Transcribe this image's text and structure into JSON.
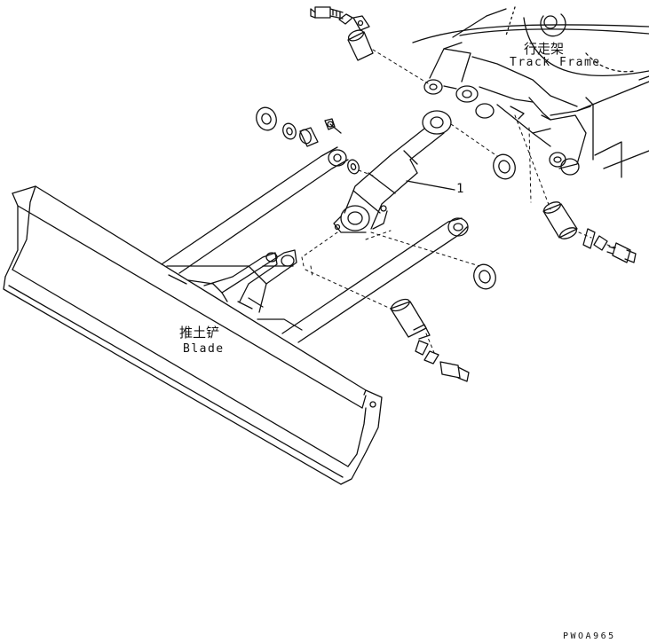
{
  "labels": {
    "track_frame_cn": "行走架",
    "track_frame_en": "Track Frame",
    "blade_cn": "推土铲",
    "blade_en": "Blade",
    "part_number": "1",
    "drawing_code": "PWOA965"
  },
  "colors": {
    "line": "#111111",
    "paper": "#ffffff"
  }
}
